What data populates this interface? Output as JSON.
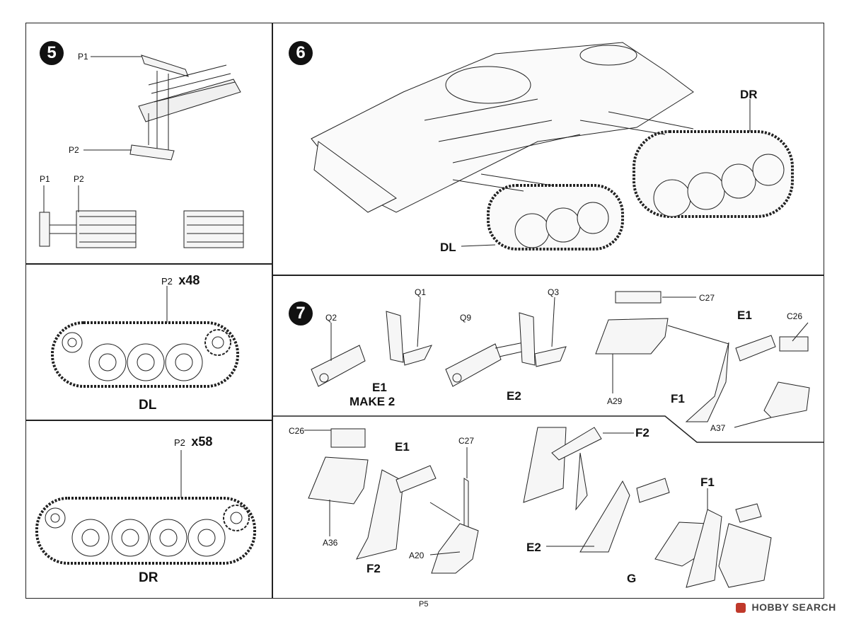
{
  "page_number": "P5",
  "watermark": "HOBBY SEARCH",
  "step5": {
    "number": "5",
    "labels": {
      "p1_top": "P1",
      "p2_top": "P2",
      "p1_bottom": "P1",
      "p2_bottom": "P2"
    }
  },
  "dl_panel": {
    "part": "P2",
    "qty": "x48",
    "name": "DL"
  },
  "dr_panel": {
    "part": "P2",
    "qty": "x58",
    "name": "DR"
  },
  "step6": {
    "number": "6",
    "dr": "DR",
    "dl": "DL"
  },
  "step7": {
    "number": "7",
    "q2": "Q2",
    "q1": "Q1",
    "q9": "Q9",
    "q3": "Q3",
    "c27": "C27",
    "c26": "C26",
    "e1_make2_a": "E1",
    "e1_make2_b": "MAKE 2",
    "e2": "E2",
    "e1_right": "E1",
    "f1": "F1",
    "a29": "A29",
    "a37": "A37"
  },
  "step8": {
    "c26": "C26",
    "e1": "E1",
    "c27": "C27",
    "a36": "A36",
    "a20": "A20",
    "f2": "F2",
    "f2_right": "F2",
    "e2": "E2",
    "f1": "F1",
    "g": "G"
  }
}
